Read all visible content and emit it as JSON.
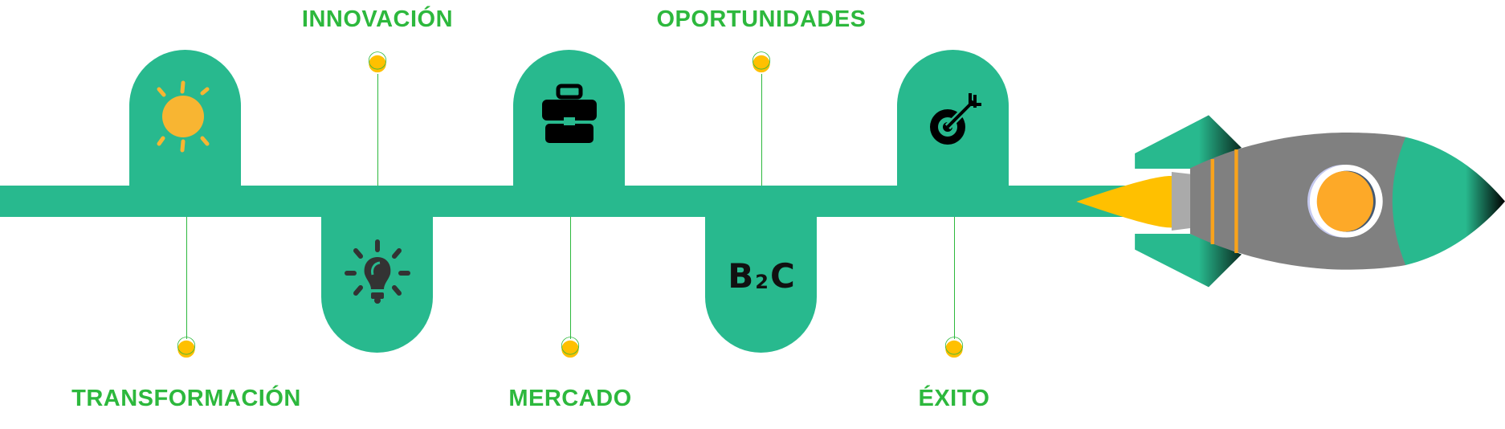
{
  "colors": {
    "band": "#28B98E",
    "label": "#2DB83D",
    "dot": "#FFC000"
  },
  "steps": [
    {
      "label": "TRANSFORMACIÓN",
      "icon": "sun-icon"
    },
    {
      "label": "INNOVACIÓN",
      "icon": "lightbulb-icon"
    },
    {
      "label": "MERCADO",
      "icon": "briefcase-icon"
    },
    {
      "label": "OPORTUNIDADES",
      "icon": "b2c-icon"
    },
    {
      "label": "ÉXITO",
      "icon": "target-icon"
    }
  ],
  "b2c_text": {
    "b": "B",
    "two": "2",
    "c": "C"
  },
  "rocket": "rocket-illustration"
}
